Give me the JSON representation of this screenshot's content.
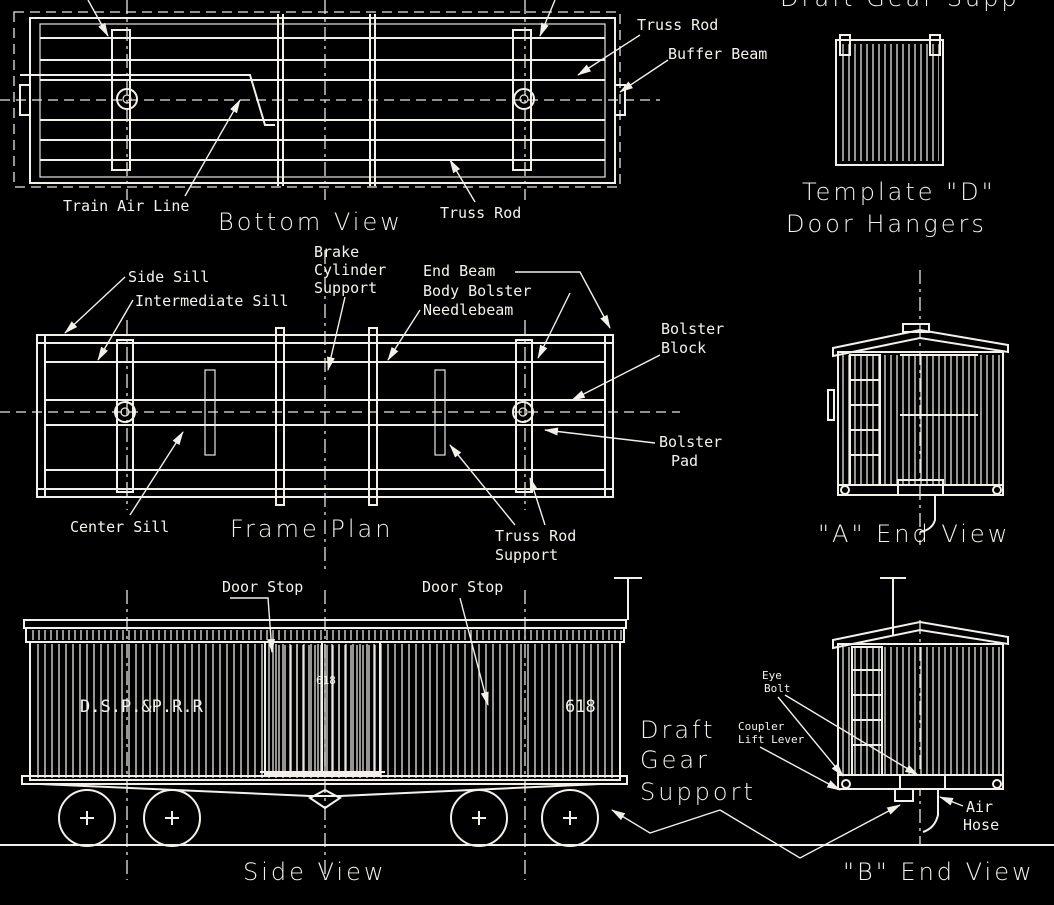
{
  "colors": {
    "background": "#000000",
    "linework": "#f2f0e8"
  },
  "top_right_cut_label": "Draft Gear Supp",
  "bottom_view": {
    "title": "Bottom View",
    "labels": {
      "truss_rod_top": "Truss Rod",
      "buffer_beam": "Buffer Beam",
      "train_air_line": "Train Air Line",
      "truss_rod_bottom": "Truss Rod"
    }
  },
  "template_d": {
    "title_line1": "Template \"D\"",
    "title_line2": "Door Hangers"
  },
  "frame_plan": {
    "title": "Frame Plan",
    "labels": {
      "side_sill": "Side Sill",
      "intermediate_sill": "Intermediate Sill",
      "brake_cyl_1": "Brake",
      "brake_cyl_2": "Cylinder",
      "brake_cyl_3": "Support",
      "end_beam": "End Beam",
      "body_bolster": "Body Bolster",
      "needlebeam": "Needlebeam",
      "bolster_block_1": "Bolster",
      "bolster_block_2": "Block",
      "bolster_pad_1": "Bolster",
      "bolster_pad_2": "Pad",
      "center_sill": "Center Sill",
      "truss_rod_support_1": "Truss Rod",
      "truss_rod_support_2": "Support"
    }
  },
  "a_end_view": {
    "title": "\"A\" End View"
  },
  "side_view": {
    "title": "Side View",
    "door_stop_left": "Door Stop",
    "door_stop_right": "Door Stop",
    "reporting_marks": "D.S.P.&P.R.R",
    "car_number": "618",
    "door_number": "618",
    "draft_gear_1": "Draft",
    "draft_gear_2": "Gear",
    "draft_gear_3": "Support"
  },
  "b_end_view": {
    "title": "\"B\" End View",
    "eye_bolt_1": "Eye",
    "eye_bolt_2": "Bolt",
    "coupler_1": "Coupler",
    "coupler_2": "Lift Lever",
    "air_hose_1": "Air",
    "air_hose_2": "Hose"
  }
}
